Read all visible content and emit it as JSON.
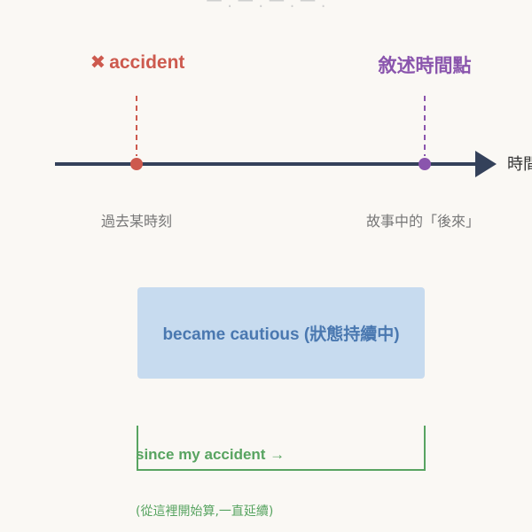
{
  "title_fragment": "一 . 一 . 一 . 一 .",
  "markers": {
    "past": {
      "icon": "cross-icon",
      "icon_glyph": "✖",
      "label": "accident",
      "color": "#cd5a4e",
      "tick": "過去某時刻"
    },
    "narrative": {
      "label": "敘述時間點",
      "color": "#8a55ad",
      "tick": "故事中的「後來」"
    }
  },
  "axis": {
    "label": "時間",
    "color": "#34415a"
  },
  "state": {
    "label": "became cautious (狀態持續中)",
    "fill": "#c7dbef",
    "text_color": "#4a78b0"
  },
  "duration": {
    "label": "since my accident →",
    "note": "(從這裡開始算,一直延續)",
    "color": "#58a461"
  }
}
